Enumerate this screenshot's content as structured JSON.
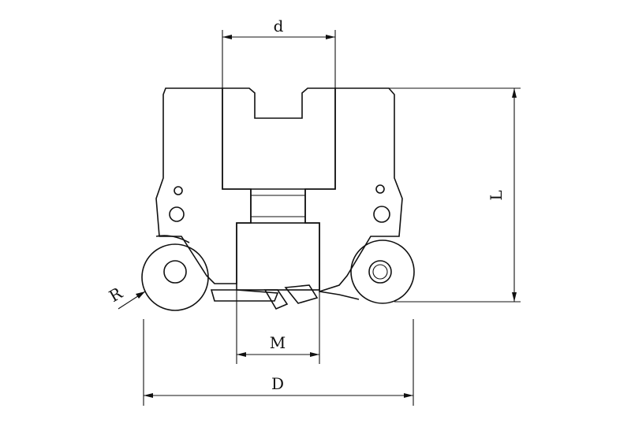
{
  "diagram": {
    "labels": {
      "d": "d",
      "L": "L",
      "R": "R",
      "M": "M",
      "D": "D"
    },
    "colors": {
      "line": "#111111",
      "background": "#ffffff"
    }
  }
}
